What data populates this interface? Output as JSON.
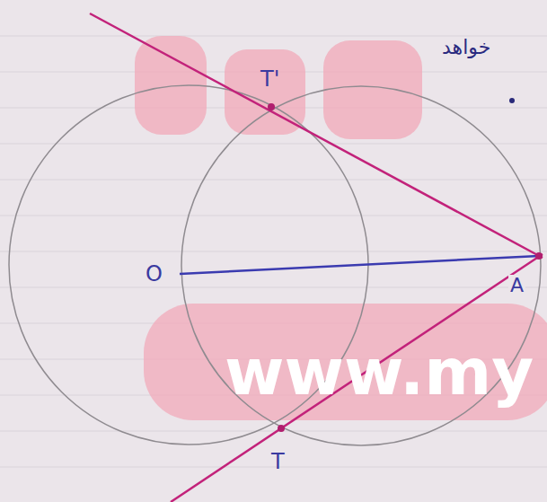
{
  "diagram": {
    "labels": [
      "خواهد",
      "T'",
      "O",
      "A",
      "T",
      "www.my"
    ]
  }
}
